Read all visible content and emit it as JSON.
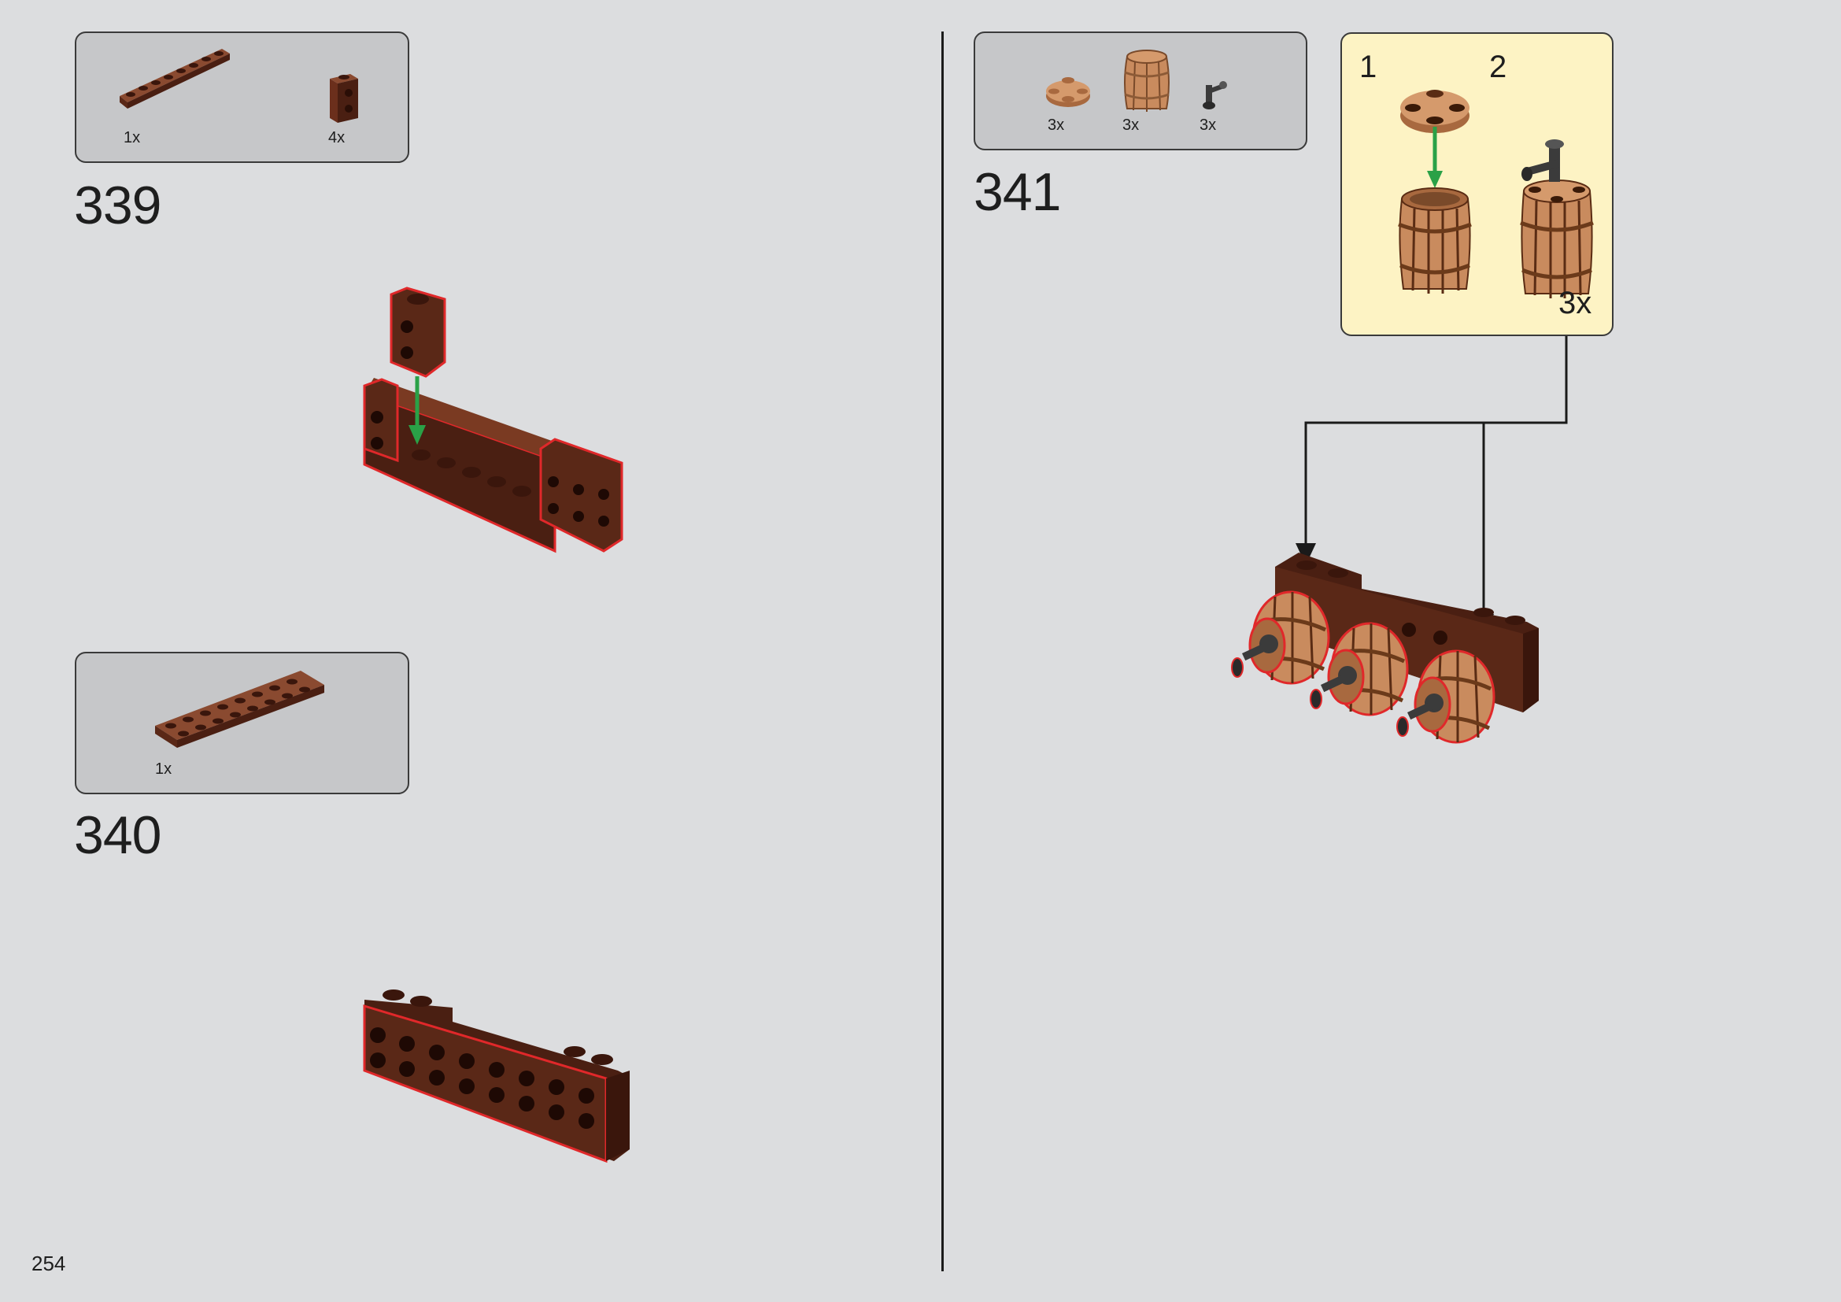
{
  "page": {
    "number": "254"
  },
  "colors": {
    "background": "#dcdddf",
    "parts_box": "#c6c7c9",
    "callout_bg": "#fdf3c4",
    "reddish_brown": "#6b2f1c",
    "barrel_tan": "#c98b5e",
    "dark_gray": "#3b3b3b",
    "highlight_red": "#e0282a",
    "arrow_green": "#2aa147"
  },
  "steps": [
    {
      "number": "339",
      "parts": [
        {
          "icon": "plate-1x8-reddish-brown",
          "qty": "1x"
        },
        {
          "icon": "brick-1x1-studs-side-reddish-brown",
          "qty": "4x"
        }
      ]
    },
    {
      "number": "340",
      "parts": [
        {
          "icon": "plate-2x8-reddish-brown",
          "qty": "1x"
        }
      ]
    },
    {
      "number": "341",
      "parts": [
        {
          "icon": "round-plate-2x2-tan",
          "qty": "3x"
        },
        {
          "icon": "barrel-tan",
          "qty": "3x"
        },
        {
          "icon": "tap-dark-gray",
          "qty": "3x"
        }
      ],
      "callout": {
        "substeps": [
          "1",
          "2"
        ],
        "multiplier": "3x"
      }
    }
  ]
}
